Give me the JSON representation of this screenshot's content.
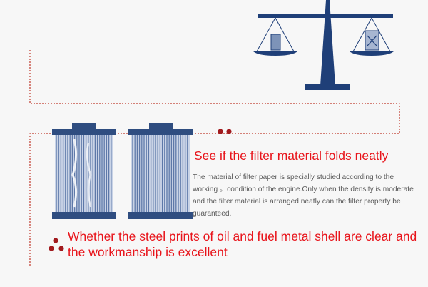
{
  "colors": {
    "accent": "#e8141b",
    "filter_blue": "#2f4d80",
    "scale_blue": "#1f3f78",
    "pleat_light": "#c9d3e6",
    "dot_red": "#a11a1e",
    "dotted_line": "#c0392b",
    "body_text": "#5a5a5a"
  },
  "icons": [
    "balance-scale-icon",
    "filter-cartridge-icon",
    "bullet-dots-icon"
  ],
  "filters": [
    {
      "name": "folded-filter",
      "pleats": "irregular"
    },
    {
      "name": "neat-filter",
      "pleats": "regular"
    }
  ],
  "sections": [
    {
      "heading": "See if the filter material folds neatly",
      "body": "The material of filter paper is specially studied according to the working 。condition of the engine.Only when the density is moderate and the filter material is arranged neatly can the filter property be guaranteed."
    },
    {
      "heading": "Whether the steel prints of oil and fuel metal shell are clear and the workmanship is excellent"
    }
  ]
}
